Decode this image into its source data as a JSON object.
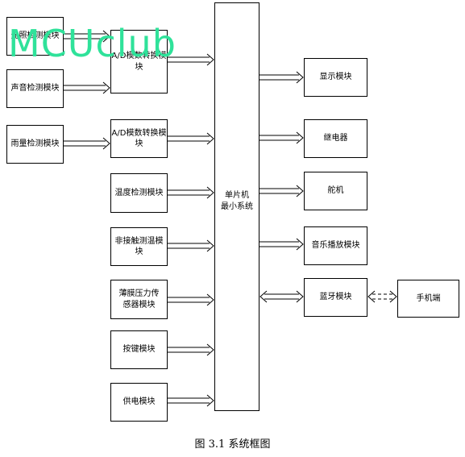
{
  "watermark": "MCUclub",
  "inputs_far_left": [
    {
      "label": "光照检测模块"
    },
    {
      "label": "声音检测模块"
    },
    {
      "label": "雨量检测模块"
    }
  ],
  "inputs_left": [
    {
      "label": "A/D模数转换模块"
    },
    {
      "label": "A/D模数转换模块"
    },
    {
      "label": "温度检测模块"
    },
    {
      "label": "非接触测温模块"
    },
    {
      "label": "薄膜压力传感器模块"
    },
    {
      "label": "按键模块"
    },
    {
      "label": "供电模块"
    }
  ],
  "mcu": {
    "line1": "单片机",
    "line2": "最小系统"
  },
  "outputs": [
    {
      "label": "显示模块"
    },
    {
      "label": "继电器"
    },
    {
      "label": "舵机"
    },
    {
      "label": "音乐播放模块"
    },
    {
      "label": "蓝牙模块"
    }
  ],
  "phone": {
    "label": "手机端"
  },
  "caption": "图 3.1 系统框图"
}
